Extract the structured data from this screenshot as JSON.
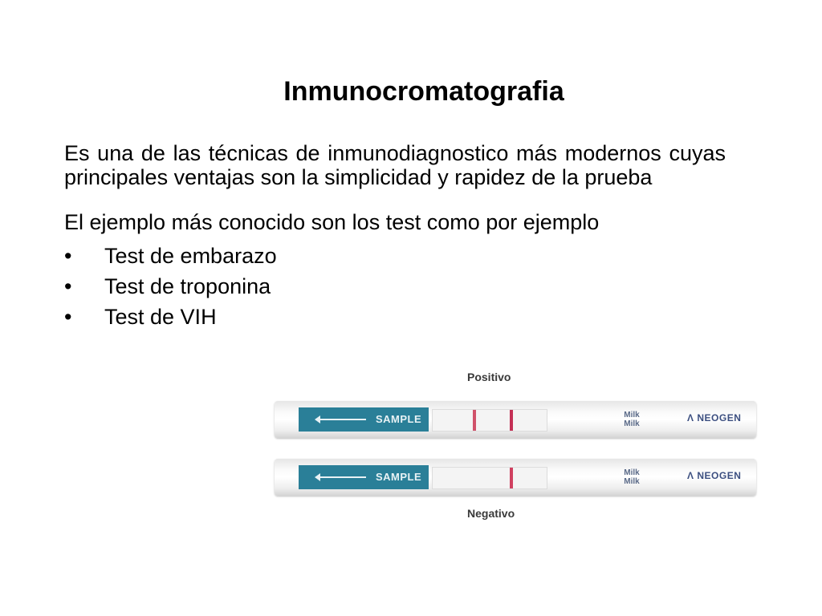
{
  "slide": {
    "title": "Inmunocromatografia",
    "paragraph": "Es una de las técnicas de inmunodiagnostico más modernos cuyas principales ventajas son la simplicidad y rapidez de la prueba",
    "intro": "El ejemplo más conocido son los test como por ejemplo",
    "bullet_symbol": "•",
    "bullets": [
      "Test de embarazo",
      "Test de troponina",
      "Test de VIH"
    ]
  },
  "figure": {
    "caption_positive": "Positivo",
    "caption_negative": "Negativo",
    "sample_label": "SAMPLE",
    "milk_line_1": "Milk",
    "milk_line_2": "Milk",
    "brand": "NEOGEN",
    "pad_color": "#2a7f98",
    "line_color": "#c43055"
  }
}
